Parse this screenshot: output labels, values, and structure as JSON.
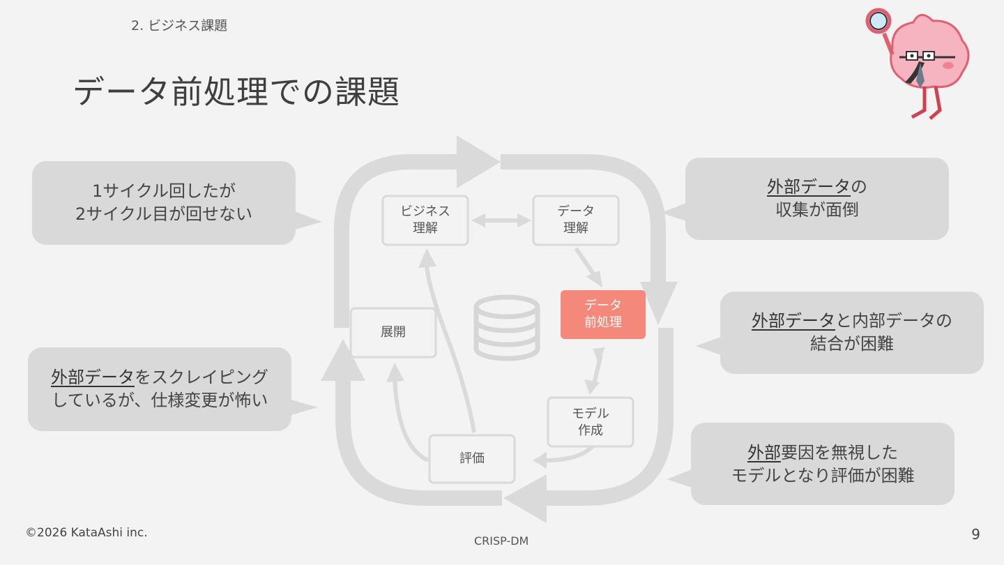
{
  "header": {
    "section": "2. ビジネス課題",
    "title": "データ前処理での課題"
  },
  "footer": {
    "copyright": "©2026 KataAshi inc.",
    "page_number": "9",
    "caption": "CRISP-DM"
  },
  "nodes": {
    "business": [
      "ビジネス",
      "理解"
    ],
    "data_understanding": [
      "データ",
      "理解"
    ],
    "data_prep": [
      "データ",
      "前処理"
    ],
    "deploy": [
      "展開"
    ],
    "modeling": [
      "モデル",
      "作成"
    ],
    "evaluation": [
      "評価"
    ]
  },
  "bubbles": {
    "b1": {
      "line1": "1サイクル回したが",
      "line2": "2サイクル目が回せない"
    },
    "b2": {
      "u": "外部データ",
      "rest1": "を",
      "rest1b": "スクレイピング",
      "line2": "しているが、仕様変更が怖い"
    },
    "b3": {
      "u": "外部データ",
      "rest1": "の",
      "line2": "収集が面倒"
    },
    "b4": {
      "u": "外部データ",
      "rest1": "と内部データの",
      "line2": "結合が困難"
    },
    "b5": {
      "u": "外部",
      "rest1": "要因を無視した",
      "line2": "モデルとなり評価が困難"
    }
  },
  "colors": {
    "highlight": "#f4897b",
    "bubble": "#d9d9d9",
    "arrow": "#d9d9d9",
    "background": "#f3f3f3"
  }
}
